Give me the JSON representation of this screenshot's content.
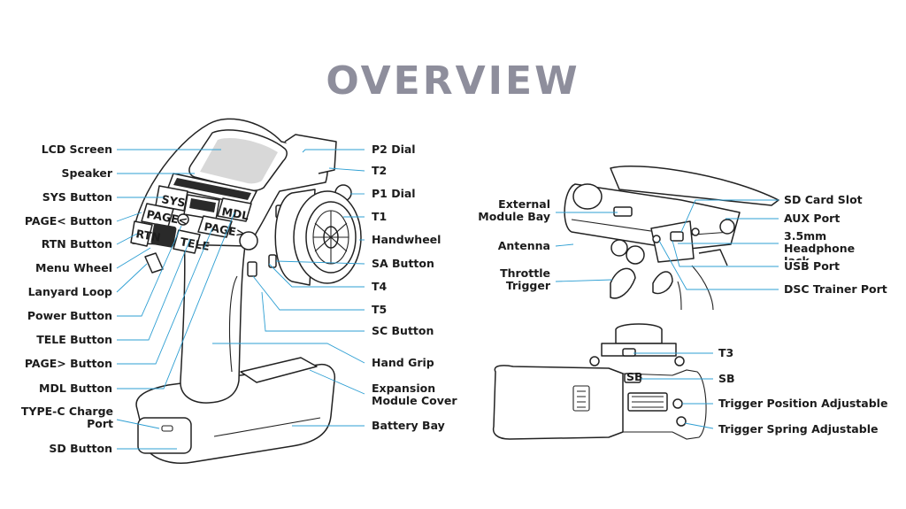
{
  "title": "OVERVIEW",
  "colors": {
    "title": "#8e8e9c",
    "leader": "#2e9fd3",
    "outline": "#222222",
    "text": "#1c1c1c"
  },
  "labels_left": [
    "LCD Screen",
    "Speaker",
    "SYS Button",
    "PAGE< Button",
    "RTN Button",
    "Menu Wheel",
    "Lanyard Loop",
    "Power Button",
    "TELE Button",
    "PAGE> Button",
    "MDL Button",
    "TYPE-C Charge Port",
    "SD Button"
  ],
  "labels_right": [
    "P2 Dial",
    "T2",
    "P1 Dial",
    "T1",
    "Handwheel",
    "SA Button",
    "T4",
    "T5",
    "SC Button",
    "Hand Grip",
    "Expansion Module Cover",
    "Battery Bay"
  ],
  "labels_top_view": [
    "External Module Bay",
    "Antenna",
    "Throttle Trigger",
    "SD Card Slot",
    "AUX Port",
    "3.5mm Headphone Jack",
    "USB Port",
    "DSC Trainer Port"
  ],
  "labels_bottom_view": [
    "T3",
    "SB",
    "Trigger Position Adjustable",
    "Trigger Spring Adjustable"
  ],
  "device_text": {
    "sys": "SYS",
    "mdl": "MDL",
    "rtn": "RTN",
    "tele": "TELE",
    "page_l": "PAGE<",
    "page_r": "PAGE>",
    "sb": "SB"
  }
}
